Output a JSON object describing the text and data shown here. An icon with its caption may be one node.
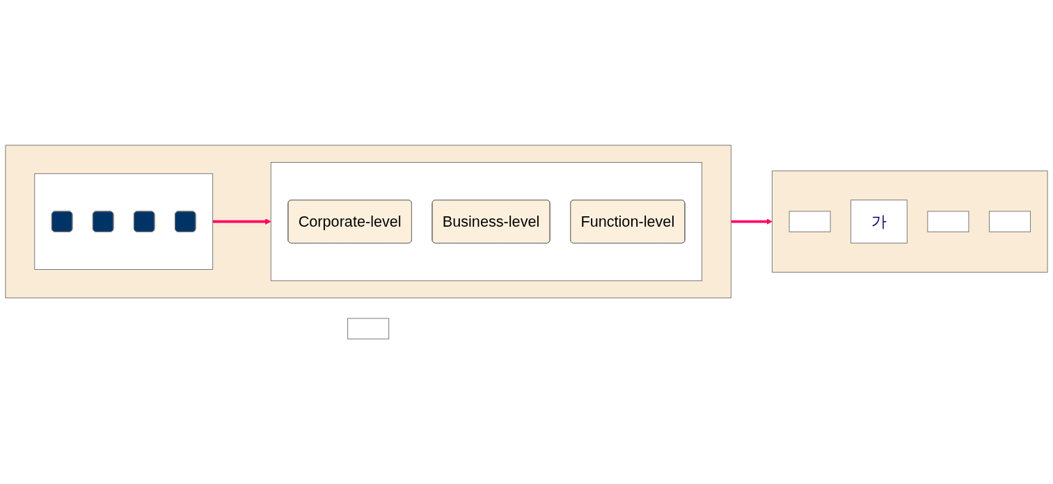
{
  "diagram": {
    "nodes": [
      {
        "text": [],
        "shape": "box"
      },
      {
        "text": [],
        "shape": "box"
      },
      {
        "text": [],
        "shape": "box",
        "in": 0
      },
      {
        "text": [],
        "shape": "box",
        "in": 2
      },
      {
        "text": [],
        "shape": "box",
        "in": 2
      },
      {
        "text": [],
        "shape": "box",
        "in": 2
      },
      {
        "text": [],
        "shape": "box",
        "in": 2
      },
      {
        "text": [],
        "shape": "box",
        "in": 0
      },
      {
        "text": [
          "Corporate-level"
        ],
        "in": 7
      },
      {
        "text": [
          "Business-level"
        ],
        "in": 7
      },
      {
        "text": [
          "Function-level"
        ],
        "in": 7
      },
      {
        "text": [],
        "shape": "box"
      },
      {
        "text": [],
        "shape": "box",
        "in": 11
      },
      {
        "text": [
          "가"
        ],
        "in": 11
      },
      {
        "text": [],
        "shape": "box",
        "in": 11
      },
      {
        "text": [],
        "shape": "box",
        "in": 11
      }
    ],
    "edges": [
      {
        "from": 2,
        "to": 7,
        "arrow": "to"
      },
      {
        "from": 0,
        "to": 11,
        "arrow": "to"
      }
    ]
  }
}
